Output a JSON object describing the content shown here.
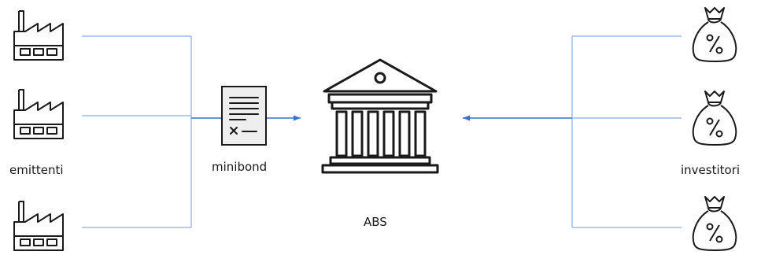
{
  "diagram": {
    "colors": {
      "connector": "#8aaedf",
      "arrow": "#3a6fcf",
      "icon_stroke": "#1a1a1a",
      "document_fill": "#eeeeee"
    },
    "issuers": {
      "label": "emittenti",
      "icon": "factory-icon"
    },
    "investors": {
      "label": "investitori",
      "icon": "money-bag-percent-icon"
    },
    "security": {
      "label": "minibond",
      "icon": "document-icon"
    },
    "vehicle": {
      "label": "ABS",
      "icon": "bank-building-icon"
    }
  }
}
